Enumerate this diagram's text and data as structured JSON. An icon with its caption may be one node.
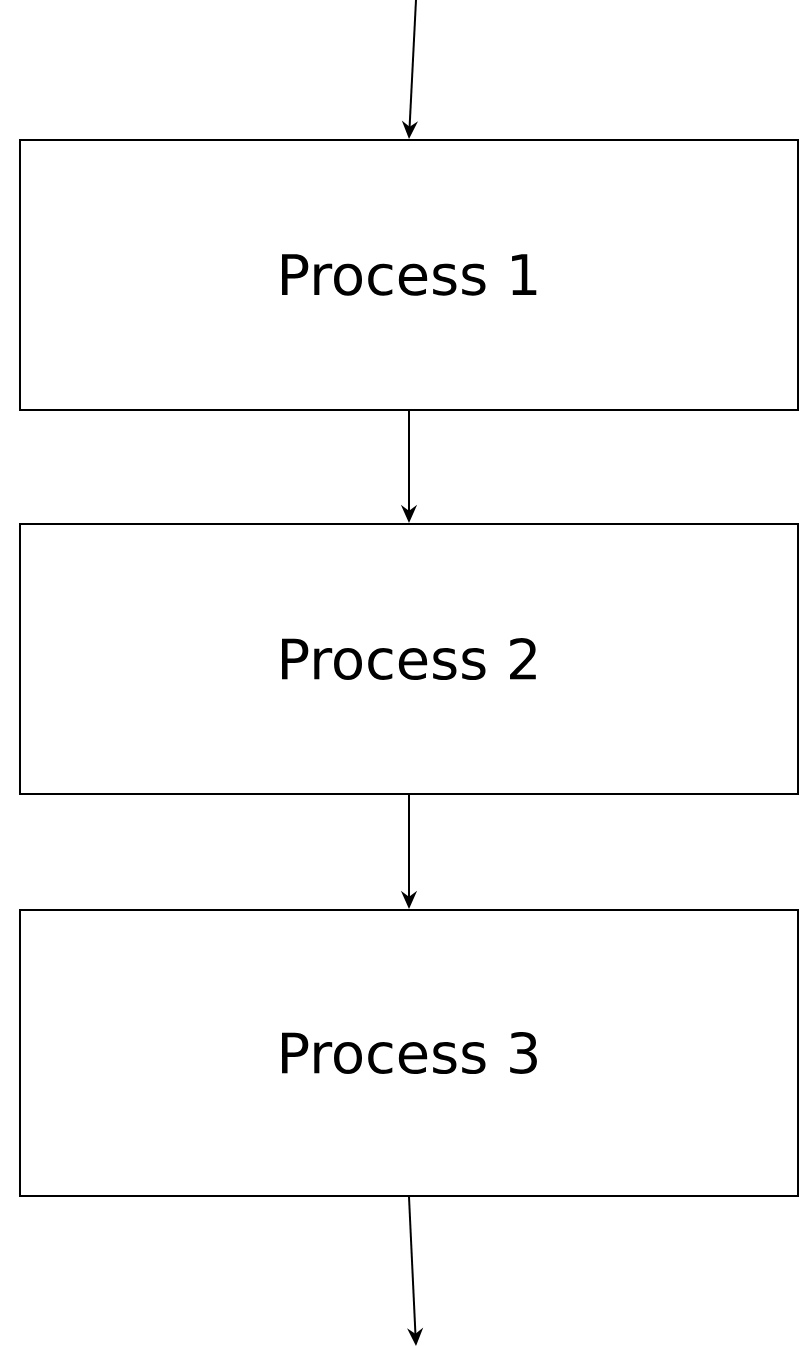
{
  "diagram": {
    "nodes": [
      {
        "text": [
          "Process 1"
        ]
      },
      {
        "text": [
          "Process 2"
        ]
      },
      {
        "text": [
          "Process 3"
        ]
      }
    ],
    "edges": [
      {
        "from": null,
        "to": 0,
        "arrow": "to"
      },
      {
        "from": 0,
        "to": 1,
        "arrow": "to"
      },
      {
        "from": 1,
        "to": 2,
        "arrow": "to"
      },
      {
        "from": 2,
        "to": null,
        "arrow": "to"
      }
    ]
  }
}
